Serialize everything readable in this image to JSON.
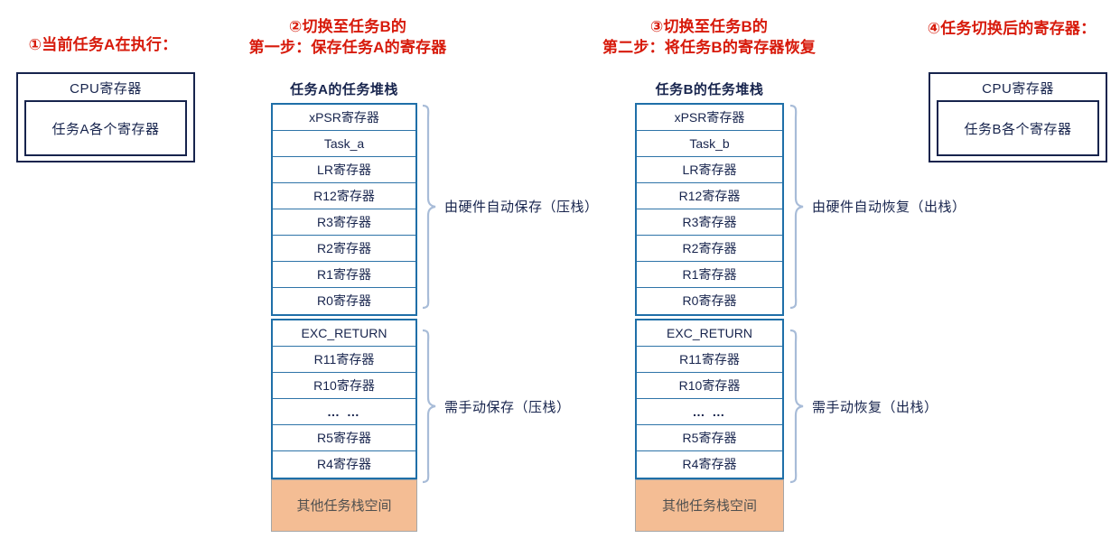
{
  "colors": {
    "caption_red": "#d71a0b",
    "box_navy": "#17244d",
    "table_blue": "#1f6fa8",
    "free_space_orange": "#f4bd94",
    "brace_blue": "#a8bcd8"
  },
  "sections": {
    "step1": {
      "caption": "①当前任务A在执行：",
      "cpu_box": {
        "title": "CPU寄存器",
        "inner": "任务A各个寄存器"
      }
    },
    "step2": {
      "caption_line1": "②切换至任务B的",
      "caption_line2": "第一步：保存任务A的寄存器",
      "stack_title": "任务A的任务堆栈",
      "auto_group": [
        "xPSR寄存器",
        "Task_a",
        "LR寄存器",
        "R12寄存器",
        "R3寄存器",
        "R2寄存器",
        "R1寄存器",
        "R0寄存器"
      ],
      "manual_group": [
        "EXC_RETURN",
        "R11寄存器",
        "R10寄存器",
        "… …",
        "R5寄存器",
        "R4寄存器"
      ],
      "free_space": "其他任务栈空间",
      "auto_label": "由硬件自动保存（压栈）",
      "manual_label": "需手动保存（压栈）"
    },
    "step3": {
      "caption_line1": "③切换至任务B的",
      "caption_line2": "第二步：将任务B的寄存器恢复",
      "stack_title": "任务B的任务堆栈",
      "auto_group": [
        "xPSR寄存器",
        "Task_b",
        "LR寄存器",
        "R12寄存器",
        "R3寄存器",
        "R2寄存器",
        "R1寄存器",
        "R0寄存器"
      ],
      "manual_group": [
        "EXC_RETURN",
        "R11寄存器",
        "R10寄存器",
        "… …",
        "R5寄存器",
        "R4寄存器"
      ],
      "free_space": "其他任务栈空间",
      "auto_label": "由硬件自动恢复（出栈）",
      "manual_label": "需手动恢复（出栈）"
    },
    "step4": {
      "caption": "④任务切换后的寄存器：",
      "cpu_box": {
        "title": "CPU寄存器",
        "inner": "任务B各个寄存器"
      }
    }
  }
}
